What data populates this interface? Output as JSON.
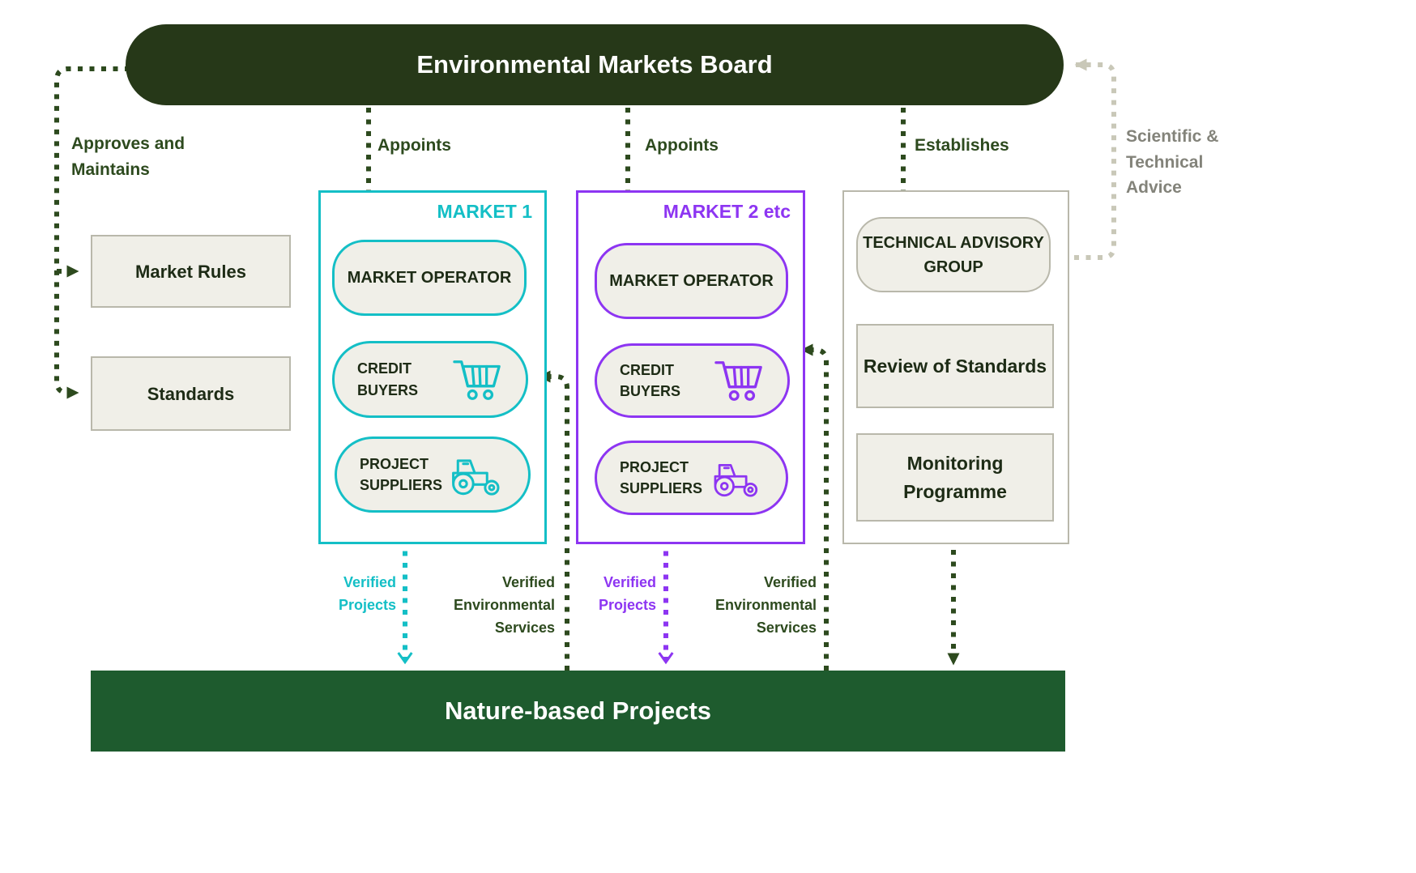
{
  "colors": {
    "board-green": "#263818",
    "nature-green": "#1e5b2e",
    "dark-green": "#2d4a1e",
    "teal": "#14bfc6",
    "purple": "#8d35f2",
    "gray-arrow": "#c9c8b8",
    "gray-text": "#83837a",
    "box-fill": "#f0efe8",
    "box-border": "#b9b8ab",
    "text-dark": "#1d2b15"
  },
  "board": {
    "title": "Environmental Markets Board"
  },
  "labels": {
    "approves": "Approves and Maintains",
    "appoints1": "Appoints",
    "appoints2": "Appoints",
    "establishes": "Establishes",
    "scientific_advice": "Scientific & Technical Advice"
  },
  "left_boxes": {
    "market_rules": "Market Rules",
    "standards": "Standards"
  },
  "market1": {
    "title": "MARKET 1",
    "operator": "MARKET OPERATOR",
    "credit_buyers": "CREDIT BUYERS",
    "project_suppliers": "PROJECT SUPPLIERS",
    "icons": {
      "credit_buyers": "shopping-cart-icon",
      "project_suppliers": "tractor-icon"
    }
  },
  "market2": {
    "title": "MARKET 2 etc",
    "operator": "MARKET OPERATOR",
    "credit_buyers": "CREDIT BUYERS",
    "project_suppliers": "PROJECT SUPPLIERS",
    "icons": {
      "credit_buyers": "shopping-cart-icon",
      "project_suppliers": "tractor-icon"
    }
  },
  "advisory": {
    "technical_advisory_group": "TECHNICAL ADVISORY GROUP",
    "review_of_standards": "Review of Standards",
    "monitoring_programme": "Monitoring Programme"
  },
  "flows": {
    "verified_projects_1": "Verified Projects",
    "verified_services_1": "Verified Environmental Services",
    "verified_projects_2": "Verified Projects",
    "verified_services_2": "Verified Environmental Services"
  },
  "nature": {
    "title": "Nature-based Projects"
  }
}
